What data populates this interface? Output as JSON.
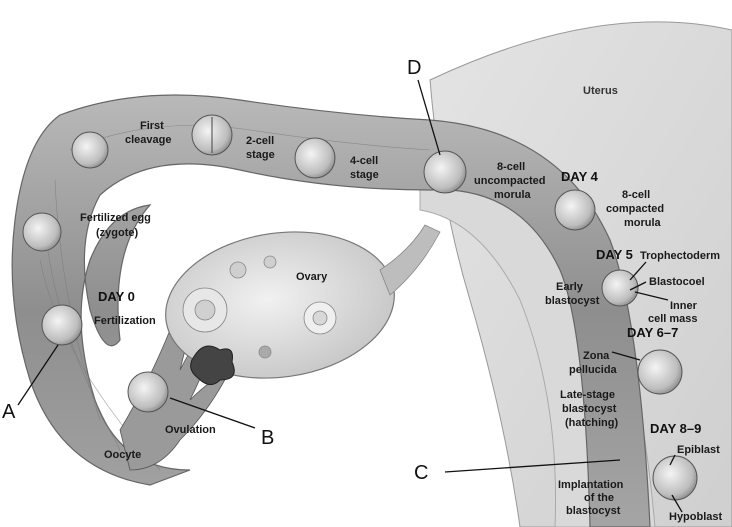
{
  "labels": {
    "uterus": "Uterus",
    "first_cleavage": [
      "First",
      "cleavage"
    ],
    "two_cell": [
      "2-cell",
      "stage"
    ],
    "four_cell": [
      "4-cell",
      "stage"
    ],
    "eight_cell_uncompacted": [
      "8-cell",
      "uncompacted",
      "morula"
    ],
    "day4": "DAY 4",
    "eight_cell_compacted": [
      "8-cell",
      "compacted",
      "morula"
    ],
    "fertilized_egg": [
      "Fertilized egg",
      "(zygote)"
    ],
    "ovary": "Ovary",
    "day0": "DAY 0",
    "fertilization": "Fertilization",
    "day5": "DAY 5",
    "trophectoderm": "Trophectoderm",
    "blastocoel": "Blastocoel",
    "inner_cell_mass": [
      "Inner",
      "cell mass"
    ],
    "early_blastocyst": [
      "Early",
      "blastocyst"
    ],
    "day6_7": "DAY 6–7",
    "zona_pellucida": [
      "Zona",
      "pellucida"
    ],
    "late_blastocyst": [
      "Late-stage",
      "blastocyst",
      "(hatching)"
    ],
    "day8_9": "DAY 8–9",
    "epiblast": "Epiblast",
    "hypoblast": "Hypoblast",
    "implantation": [
      "Implantation",
      "of the",
      "blastocyst"
    ],
    "ovulation": "Ovulation",
    "oocyte": "Oocyte"
  },
  "markers": {
    "a": "A",
    "b": "B",
    "c": "C",
    "d": "D"
  }
}
